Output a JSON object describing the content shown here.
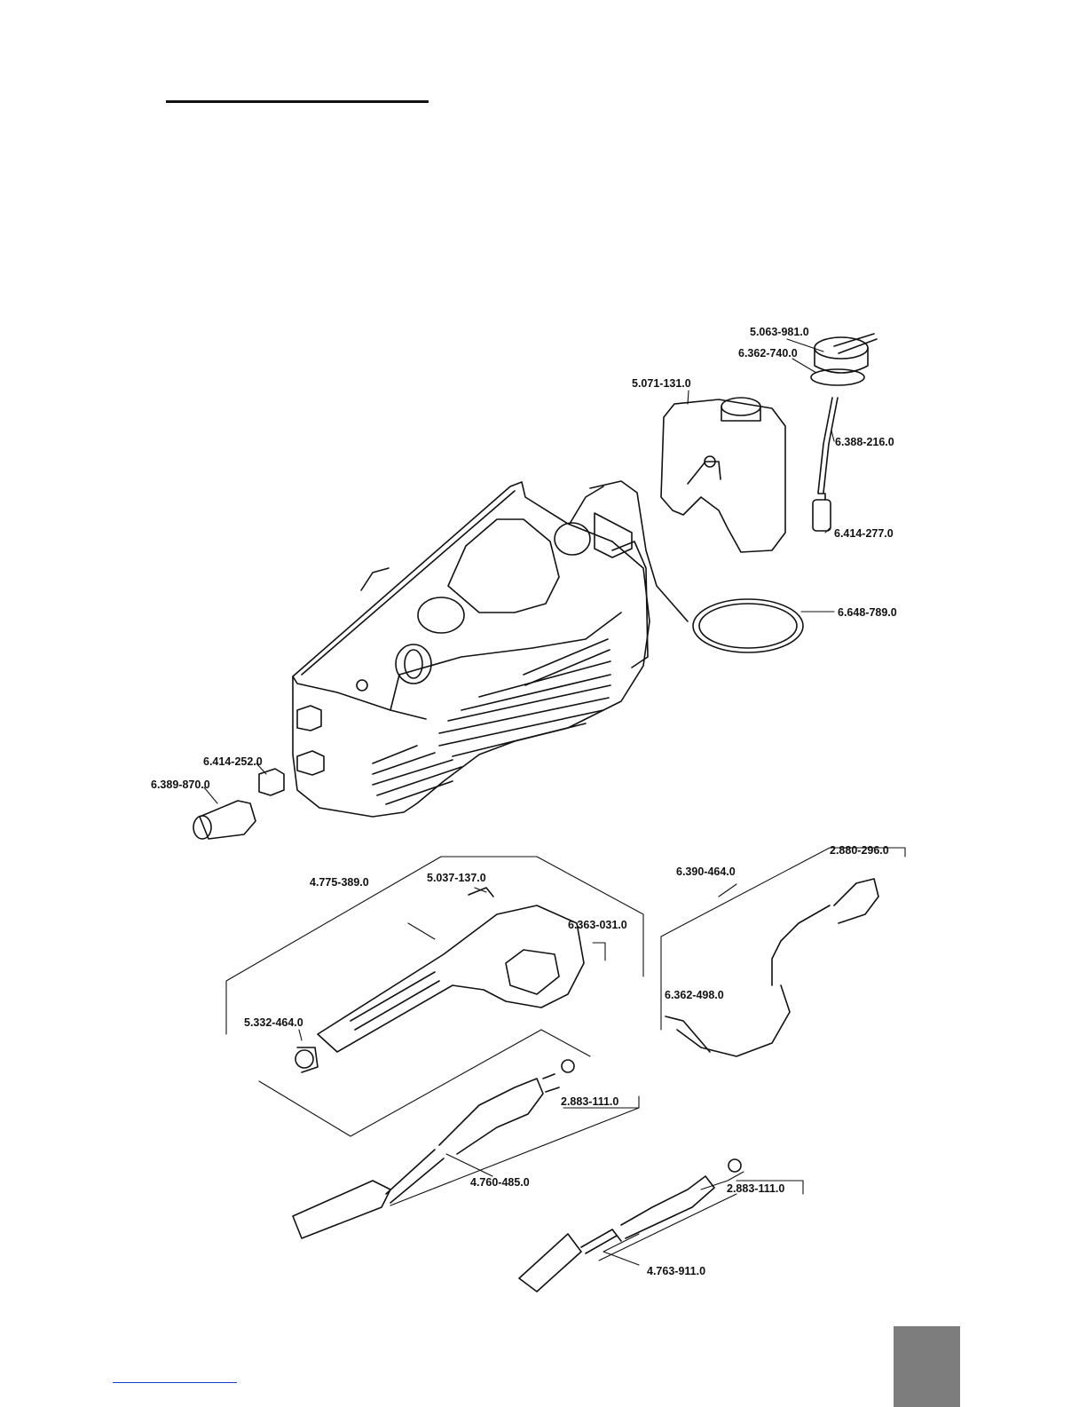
{
  "parts": [
    {
      "id": "p1",
      "number": "5.063-981.0"
    },
    {
      "id": "p2",
      "number": "6.362-740.0"
    },
    {
      "id": "p3",
      "number": "5.071-131.0"
    },
    {
      "id": "p4",
      "number": "6.388-216.0"
    },
    {
      "id": "p5",
      "number": "6.414-277.0"
    },
    {
      "id": "p6",
      "number": "6.648-789.0"
    },
    {
      "id": "p7",
      "number": "6.414-252.0"
    },
    {
      "id": "p8",
      "number": "6.389-870.0"
    },
    {
      "id": "p9",
      "number": "4.775-389.0"
    },
    {
      "id": "p10",
      "number": "5.037-137.0"
    },
    {
      "id": "p11",
      "number": "6.363-031.0"
    },
    {
      "id": "p12",
      "number": "5.332-464.0"
    },
    {
      "id": "p13",
      "number": "2.883-111.0"
    },
    {
      "id": "p14",
      "number": "4.760-485.0"
    },
    {
      "id": "p15",
      "number": "6.390-464.0"
    },
    {
      "id": "p16",
      "number": "2.880-296.0"
    },
    {
      "id": "p17",
      "number": "6.362-498.0"
    },
    {
      "id": "p18",
      "number": "2.883-111.0"
    },
    {
      "id": "p19",
      "number": "4.763-911.0"
    }
  ]
}
